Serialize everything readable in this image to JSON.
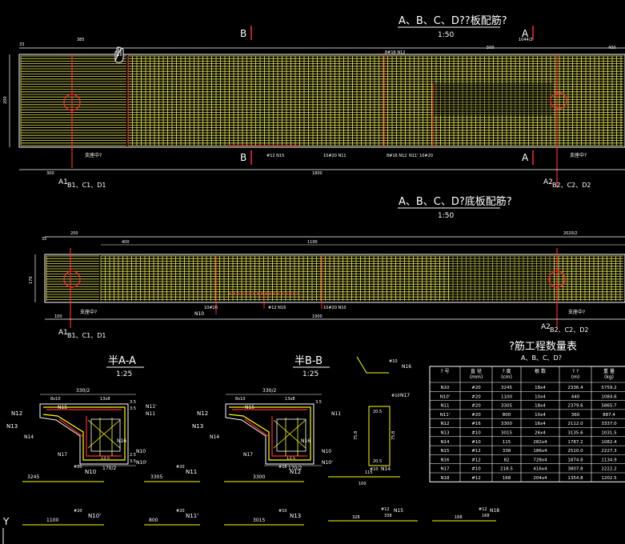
{
  "colors": {
    "background": "#000000",
    "mesh": "#e8e85a",
    "mesh_dense": "#c8c832",
    "line": "#ffffff",
    "dim": "#ffffff",
    "red": "#ff2a2a",
    "yellow": "#ffff00",
    "title": "#ffffff"
  },
  "top_plan": {
    "title": "A、B、C、D??板配筋?",
    "scale": "1:50",
    "mark_b_top": "B",
    "mark_a_top": "A",
    "mark_b_bottom": "B",
    "mark_a_bottom": "A",
    "dims_top": [
      "33",
      "385",
      "1044/2",
      "500",
      "400"
    ],
    "dims_bottom": [
      "300",
      "1800"
    ],
    "dim_left": "200",
    "labels": {
      "n12_top": "8#16  N12",
      "n15": "#12  N15",
      "n11": "10#20  N11",
      "n12_bot": "8#16  N12",
      "n11p": "N11' 10#20",
      "support_left": "支座中?",
      "support_right": "支座中?"
    },
    "axis_left": "A1",
    "axis_left_sub": "B1、C1、D1",
    "axis_right": "A2",
    "axis_right_sub": "B2、C2、D2"
  },
  "bottom_plan": {
    "title": "A、B、C、D?底板配筋?",
    "scale": "1:50",
    "dims_top": [
      "200",
      "400",
      "1100",
      "2020/2"
    ],
    "dims_bottom": [
      "100",
      "1900"
    ],
    "dim_left_top": "35",
    "dim_left": "170",
    "labels": {
      "n10": "N10",
      "n10_rebar": "10#20",
      "n16": "#12  N16",
      "n10b": "10#20  N10",
      "support_left": "支座中?",
      "support_right": "支座中?"
    },
    "axis_left": "A1",
    "axis_left_sub": "B1、C1、D1",
    "axis_right": "A2",
    "axis_right_sub": "B2、C2、D2"
  },
  "section_aa": {
    "title": "半A-A",
    "scale": "1:25",
    "dims": [
      "330/2",
      "8x10",
      "13x8",
      "3.5",
      "3.5",
      "170/2",
      "2.5",
      "3.5",
      "13.5"
    ],
    "labels": [
      "N12",
      "N15",
      "N11'",
      "N11",
      "N13",
      "N14",
      "N16",
      "N17",
      "N10",
      "N10'"
    ],
    "bars": [
      {
        "len": "3245",
        "label": "N10",
        "spec": "#20"
      },
      {
        "len": "1100",
        "label": "N10'",
        "spec": "#20"
      },
      {
        "len": "3305",
        "label": "N11",
        "spec": "#20"
      },
      {
        "len": "800",
        "label": "N11'",
        "spec": "#20"
      }
    ]
  },
  "section_bb": {
    "title": "半B-B",
    "scale": "1:25",
    "dims": [
      "330/2",
      "8x10",
      "13x8",
      "3.5",
      "170/2",
      "13.5"
    ],
    "labels": [
      "N12",
      "N15",
      "N11",
      "N13",
      "N14",
      "N16",
      "N17",
      "N10",
      "N10'"
    ],
    "bars": [
      {
        "len": "3300",
        "label": "N12",
        "spec": "#16"
      },
      {
        "len": "3015",
        "label": "N13",
        "spec": "#10"
      }
    ]
  },
  "detail_bars": [
    {
      "label": "N16",
      "spec": "#10"
    },
    {
      "label": "N17",
      "spec": "#10"
    },
    {
      "label": "N14",
      "spec": "#10"
    },
    {
      "label": "N15",
      "spec": "#12"
    },
    {
      "label": "N18",
      "spec": "#12"
    }
  ],
  "detail_dims": [
    "20.5",
    "75.8",
    "75.8",
    "20.5",
    "115",
    "100",
    "328",
    "338",
    "168",
    "168"
  ],
  "table": {
    "title": "?筋工程数量表",
    "subtitle": "A、B、C、D?",
    "headers": [
      "? 号",
      "直 径\n(mm)",
      "? 度\n(cm)",
      "根 数",
      "? ?\n(m)",
      "重 量\n(kg)"
    ],
    "rows": [
      [
        "N10",
        "#20",
        "3245",
        "18x4",
        "2336.4",
        "5759.2"
      ],
      [
        "N10'",
        "#20",
        "1100",
        "10x4",
        "440",
        "1084.6"
      ],
      [
        "N11",
        "#20",
        "3305",
        "18x4",
        "2379.6",
        "5865.7"
      ],
      [
        "N11'",
        "#20",
        "800",
        "10x4",
        "360",
        "887.4"
      ],
      [
        "N12",
        "#16",
        "3300",
        "16x4",
        "2112.0",
        "3337.0"
      ],
      [
        "N13",
        "#10",
        "3015",
        "26x4",
        "3135.6",
        "1031.5"
      ],
      [
        "N14",
        "#10",
        "115",
        "282x4",
        "1787.2",
        "1082.4"
      ],
      [
        "N15",
        "#12",
        "338",
        "186x4",
        "2510.0",
        "2227.3"
      ],
      [
        "N16",
        "#12",
        "82",
        "728x4",
        "1874.8",
        "1134.9"
      ],
      [
        "N17",
        "#10",
        "218.5",
        "416x4",
        "3807.8",
        "2222.2"
      ],
      [
        "N18",
        "#12",
        "168",
        "204x4",
        "1354.8",
        "1202.5"
      ]
    ]
  },
  "ucs_icon": "Y"
}
